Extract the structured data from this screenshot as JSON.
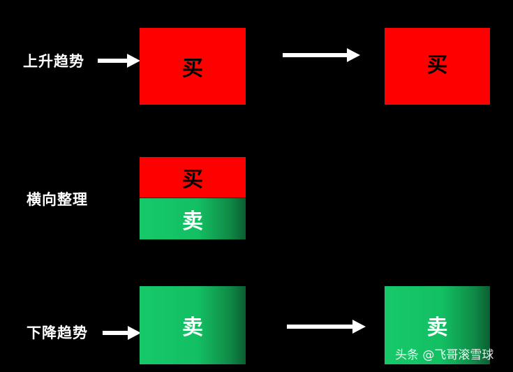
{
  "rows": {
    "uptrend": {
      "label": "上升趋势",
      "left_box": "买",
      "right_box": "买"
    },
    "sideways": {
      "label": "横向整理",
      "top_box": "买",
      "bottom_box": "卖"
    },
    "downtrend": {
      "label": "下降趋势",
      "left_box": "卖",
      "right_box": "卖"
    }
  },
  "watermark": "头条 @飞哥滚雪球",
  "colors": {
    "background": "#000000",
    "buy_red": "#ff0000",
    "sell_green": "#13bf63",
    "arrow": "#ffffff"
  },
  "icons": [
    "arrow-right-icon"
  ]
}
